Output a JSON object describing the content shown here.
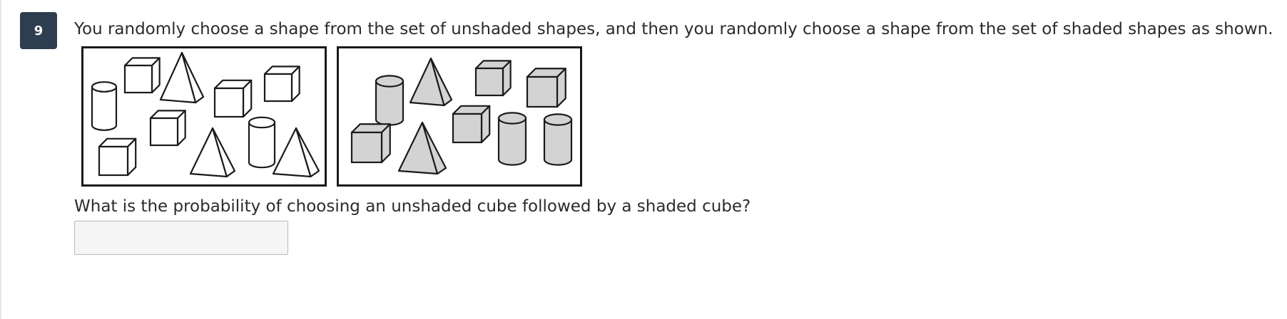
{
  "question": {
    "number": "9",
    "prompt": "You randomly choose a shape from the set of unshaded shapes, and then you randomly choose a shape from the set of shaded shapes as shown.",
    "followup": "What is the probability of choosing an unshaded cube followed by a shaded cube?"
  },
  "answer": {
    "value": "",
    "placeholder": ""
  },
  "figure": {
    "unshaded_fill": "#ffffff",
    "shaded_fill": "#d3d3d3",
    "outline_color": "#1a1a1a",
    "unshaded_shapes": [
      "cylinder",
      "cube",
      "pyramid",
      "cube",
      "cube",
      "cube",
      "cylinder",
      "cube",
      "pyramid",
      "pyramid"
    ],
    "shaded_shapes": [
      "cylinder",
      "pyramid",
      "cube",
      "cube",
      "cube",
      "pyramid",
      "cube",
      "cylinder",
      "cylinder"
    ]
  }
}
